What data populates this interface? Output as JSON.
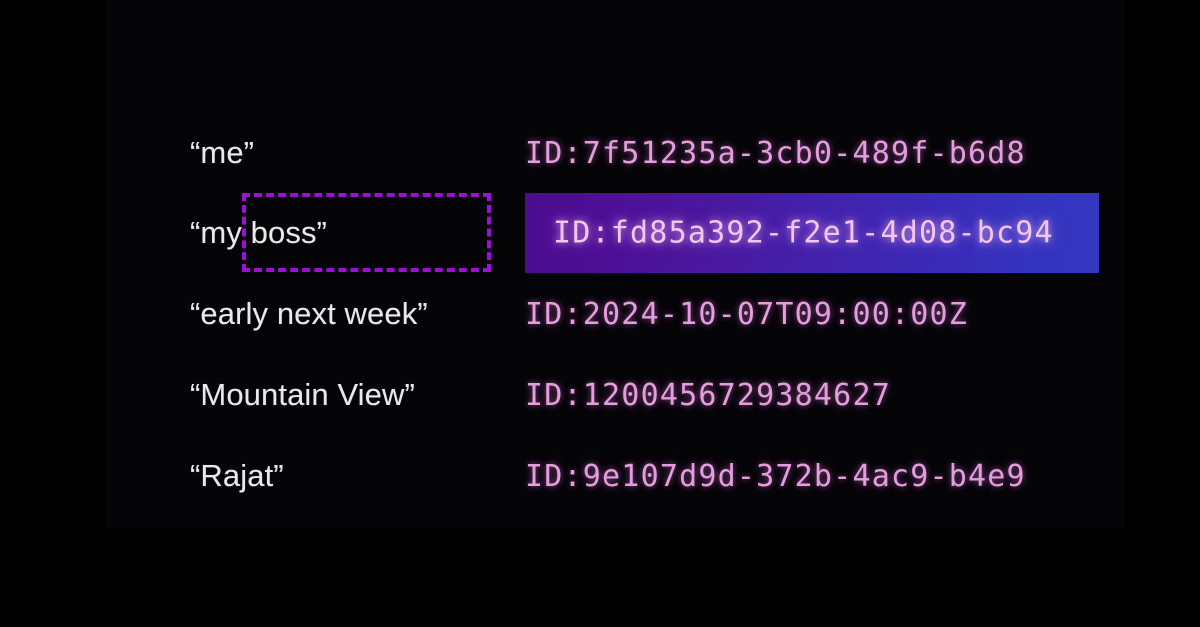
{
  "slide": {
    "background_color": "#000000",
    "panel_color": "#050507",
    "rows": [
      {
        "phrase": "“me”",
        "id_label": "ID:7f51235a-3cb0-489f-b6d8",
        "highlighted": false,
        "annotated": false
      },
      {
        "phrase": "“my boss”",
        "id_label": "ID:fd85a392-f2e1-4d08-bc94",
        "highlighted": true,
        "annotated": true
      },
      {
        "phrase": "“early next week”",
        "id_label": "ID:2024-10-07T09:00:00Z",
        "highlighted": false,
        "annotated": false
      },
      {
        "phrase": "“Mountain View”",
        "id_label": "ID:1200456729384627",
        "highlighted": false,
        "annotated": false
      },
      {
        "phrase": "“Rajat”",
        "id_label": "ID:9e107d9d-372b-4ac9-b4e9",
        "highlighted": false,
        "annotated": false
      }
    ],
    "colors": {
      "phrase_text": "#e9e9ec",
      "id_text": "#e49ddd",
      "id_text_highlighted": "#f3c6ef",
      "highlight_gradient_start": "#4b0d90",
      "highlight_gradient_end": "#3536c0",
      "annotation_dash": "#9c10d6"
    },
    "annotation": {
      "target_phrase": "“my boss”",
      "style": "dashed-rectangle"
    }
  }
}
